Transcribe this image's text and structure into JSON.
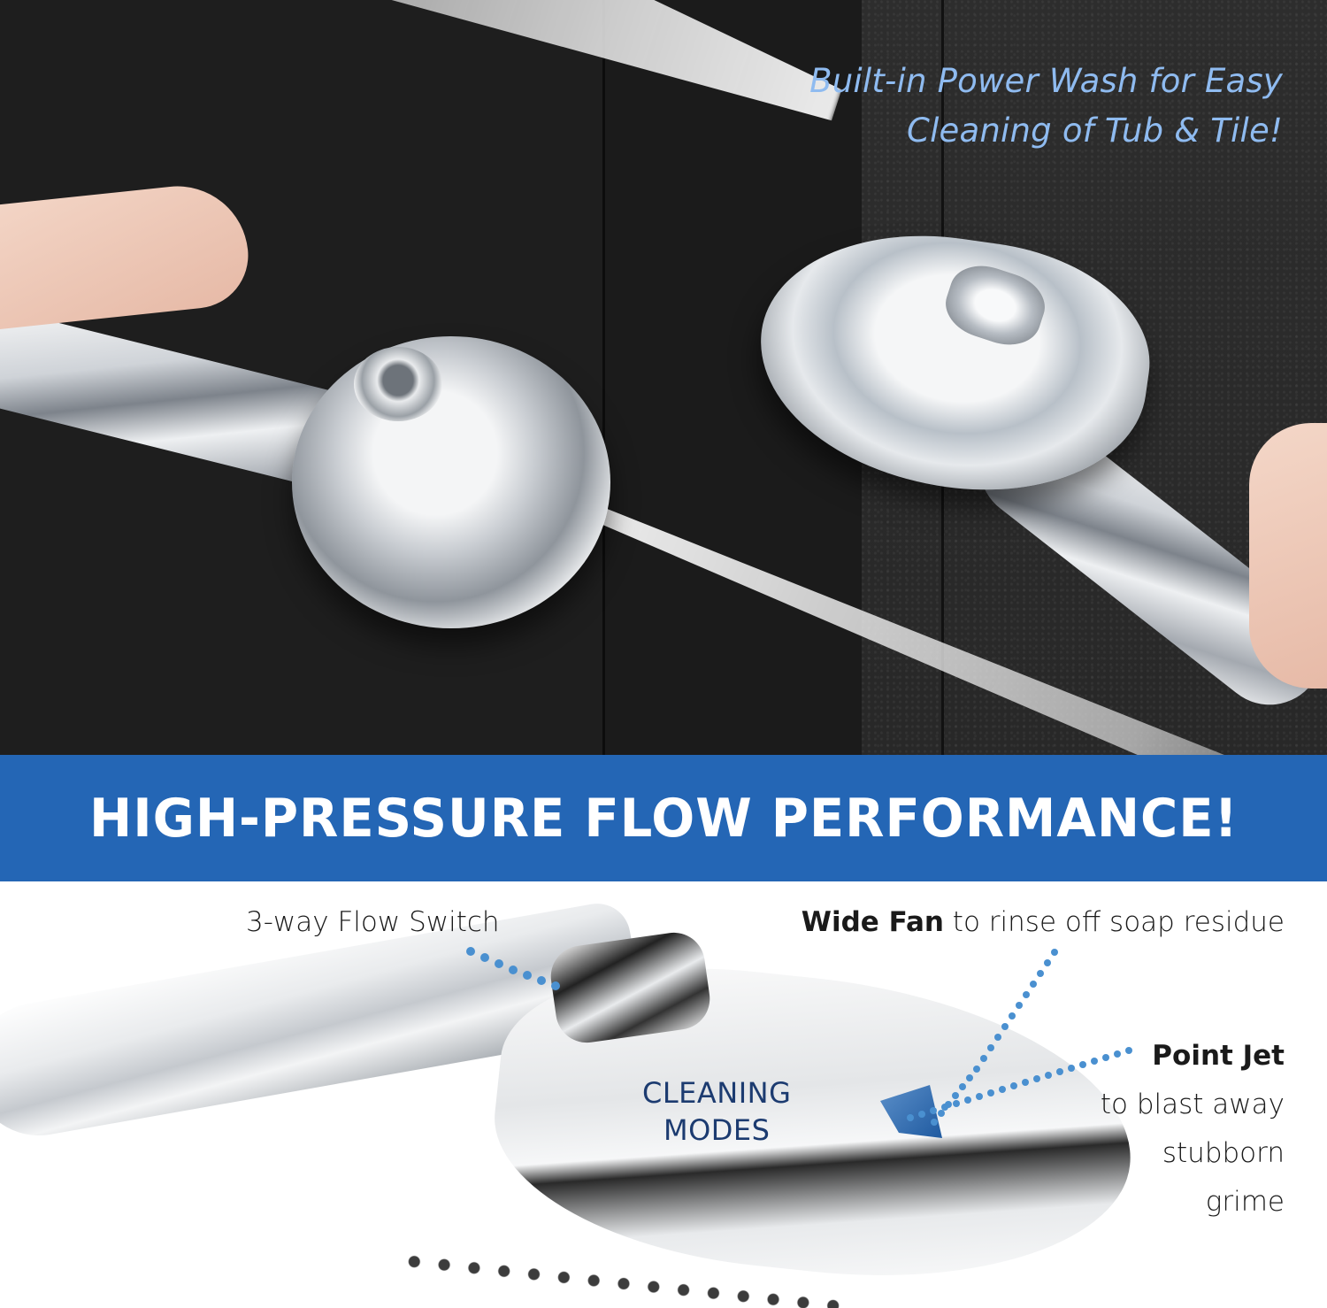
{
  "top_section": {
    "caption_line1": "Built-in Power Wash for Easy",
    "caption_line2": "Cleaning of Tub & Tile!",
    "caption_color": "#8fbbf0",
    "scene": "Two chrome handheld shower heads held in hands, spraying water against dark wall tiles"
  },
  "banner": {
    "title": "HIGH-PRESSURE FLOW PERFORMANCE!",
    "background_color": "#2466b5",
    "text_color": "#ffffff"
  },
  "diagram": {
    "center_label_line1": "CLEANING",
    "center_label_line2": "MODES",
    "center_label_color": "#1c3b70",
    "leader_dot_color": "#4a90d0",
    "callouts": {
      "flow_switch": {
        "text": "3-way Flow Switch"
      },
      "wide_fan": {
        "bold": "Wide Fan",
        "rest": " to rinse off soap residue"
      },
      "point_jet": {
        "bold": "Point Jet",
        "line2": "to blast away",
        "line3": "stubborn",
        "line4": "grime"
      }
    }
  }
}
